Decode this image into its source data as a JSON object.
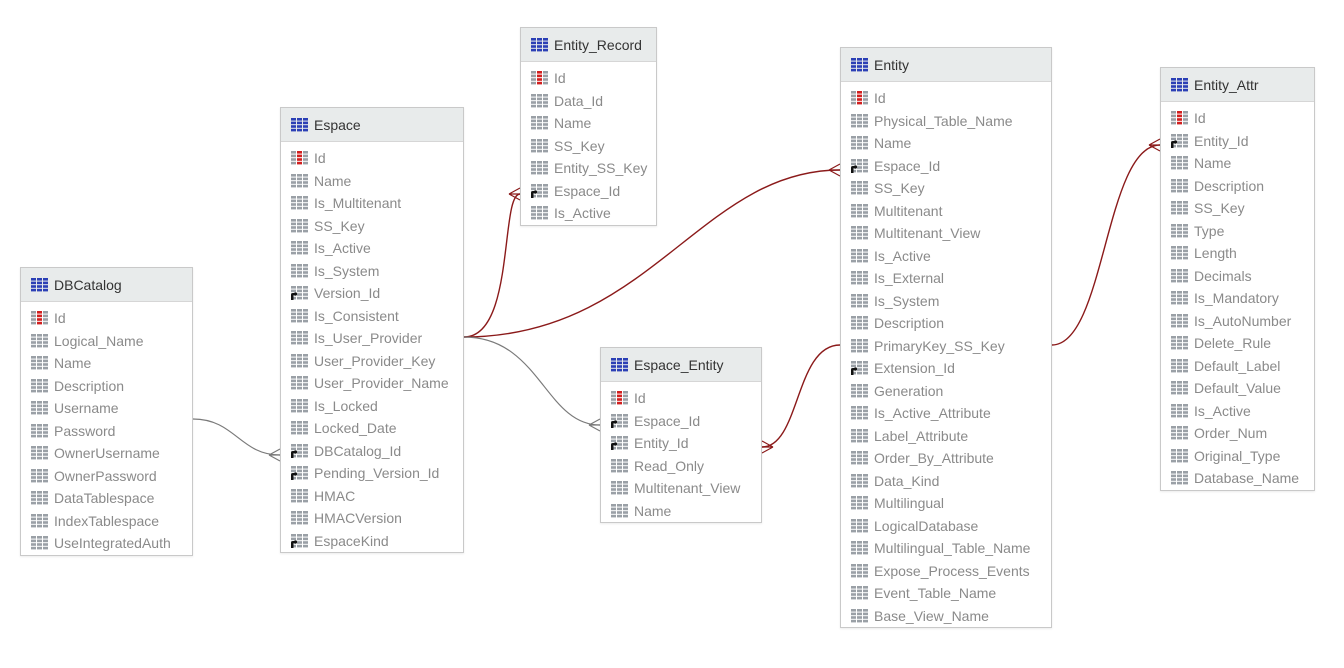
{
  "colors": {
    "relation_line": "#8b1a1a",
    "neutral_line": "#7a7a7a",
    "table_icon": "#2b3fb5",
    "pk_icon": "#d11f1f",
    "fk_marker": "#111111",
    "attr_icon": "#9aa0a6"
  },
  "entities": [
    {
      "key": "dbcatalog",
      "title": "DBCatalog",
      "attributes": [
        {
          "name": "Id",
          "kind": "pk"
        },
        {
          "name": "Logical_Name",
          "kind": "attr"
        },
        {
          "name": "Name",
          "kind": "attr"
        },
        {
          "name": "Description",
          "kind": "attr"
        },
        {
          "name": "Username",
          "kind": "attr"
        },
        {
          "name": "Password",
          "kind": "attr"
        },
        {
          "name": "OwnerUsername",
          "kind": "attr"
        },
        {
          "name": "OwnerPassword",
          "kind": "attr"
        },
        {
          "name": "DataTablespace",
          "kind": "attr"
        },
        {
          "name": "IndexTablespace",
          "kind": "attr"
        },
        {
          "name": "UseIntegratedAuth",
          "kind": "attr"
        }
      ]
    },
    {
      "key": "espace",
      "title": "Espace",
      "attributes": [
        {
          "name": "Id",
          "kind": "pk"
        },
        {
          "name": "Name",
          "kind": "attr"
        },
        {
          "name": "Is_Multitenant",
          "kind": "attr"
        },
        {
          "name": "SS_Key",
          "kind": "attr"
        },
        {
          "name": "Is_Active",
          "kind": "attr"
        },
        {
          "name": "Is_System",
          "kind": "attr"
        },
        {
          "name": "Version_Id",
          "kind": "fk"
        },
        {
          "name": "Is_Consistent",
          "kind": "attr"
        },
        {
          "name": "Is_User_Provider",
          "kind": "attr"
        },
        {
          "name": "User_Provider_Key",
          "kind": "attr"
        },
        {
          "name": "User_Provider_Name",
          "kind": "attr"
        },
        {
          "name": "Is_Locked",
          "kind": "attr"
        },
        {
          "name": "Locked_Date",
          "kind": "attr"
        },
        {
          "name": "DBCatalog_Id",
          "kind": "fk"
        },
        {
          "name": "Pending_Version_Id",
          "kind": "fk"
        },
        {
          "name": "HMAC",
          "kind": "attr"
        },
        {
          "name": "HMACVersion",
          "kind": "attr"
        },
        {
          "name": "EspaceKind",
          "kind": "fk"
        }
      ]
    },
    {
      "key": "entity_record",
      "title": "Entity_Record",
      "attributes": [
        {
          "name": "Id",
          "kind": "pk"
        },
        {
          "name": "Data_Id",
          "kind": "attr"
        },
        {
          "name": "Name",
          "kind": "attr"
        },
        {
          "name": "SS_Key",
          "kind": "attr"
        },
        {
          "name": "Entity_SS_Key",
          "kind": "attr"
        },
        {
          "name": "Espace_Id",
          "kind": "fk"
        },
        {
          "name": "Is_Active",
          "kind": "attr"
        }
      ]
    },
    {
      "key": "espace_entity",
      "title": "Espace_Entity",
      "attributes": [
        {
          "name": "Id",
          "kind": "pk"
        },
        {
          "name": "Espace_Id",
          "kind": "fk"
        },
        {
          "name": "Entity_Id",
          "kind": "fk"
        },
        {
          "name": "Read_Only",
          "kind": "attr"
        },
        {
          "name": "Multitenant_View",
          "kind": "attr"
        },
        {
          "name": "Name",
          "kind": "attr"
        }
      ]
    },
    {
      "key": "entity",
      "title": "Entity",
      "attributes": [
        {
          "name": "Id",
          "kind": "pk"
        },
        {
          "name": "Physical_Table_Name",
          "kind": "attr"
        },
        {
          "name": "Name",
          "kind": "attr"
        },
        {
          "name": "Espace_Id",
          "kind": "fk"
        },
        {
          "name": "SS_Key",
          "kind": "attr"
        },
        {
          "name": "Multitenant",
          "kind": "attr"
        },
        {
          "name": "Multitenant_View",
          "kind": "attr"
        },
        {
          "name": "Is_Active",
          "kind": "attr"
        },
        {
          "name": "Is_External",
          "kind": "attr"
        },
        {
          "name": "Is_System",
          "kind": "attr"
        },
        {
          "name": "Description",
          "kind": "attr"
        },
        {
          "name": "PrimaryKey_SS_Key",
          "kind": "attr"
        },
        {
          "name": "Extension_Id",
          "kind": "fk"
        },
        {
          "name": "Generation",
          "kind": "attr"
        },
        {
          "name": "Is_Active_Attribute",
          "kind": "attr"
        },
        {
          "name": "Label_Attribute",
          "kind": "attr"
        },
        {
          "name": "Order_By_Attribute",
          "kind": "attr"
        },
        {
          "name": "Data_Kind",
          "kind": "attr"
        },
        {
          "name": "Multilingual",
          "kind": "attr"
        },
        {
          "name": "LogicalDatabase",
          "kind": "attr"
        },
        {
          "name": "Multilingual_Table_Name",
          "kind": "attr"
        },
        {
          "name": "Expose_Process_Events",
          "kind": "attr"
        },
        {
          "name": "Event_Table_Name",
          "kind": "attr"
        },
        {
          "name": "Base_View_Name",
          "kind": "attr"
        }
      ]
    },
    {
      "key": "entity_attr",
      "title": "Entity_Attr",
      "attributes": [
        {
          "name": "Id",
          "kind": "pk"
        },
        {
          "name": "Entity_Id",
          "kind": "fk"
        },
        {
          "name": "Name",
          "kind": "attr"
        },
        {
          "name": "Description",
          "kind": "attr"
        },
        {
          "name": "SS_Key",
          "kind": "attr"
        },
        {
          "name": "Type",
          "kind": "attr"
        },
        {
          "name": "Length",
          "kind": "attr"
        },
        {
          "name": "Decimals",
          "kind": "attr"
        },
        {
          "name": "Is_Mandatory",
          "kind": "attr"
        },
        {
          "name": "Is_AutoNumber",
          "kind": "attr"
        },
        {
          "name": "Delete_Rule",
          "kind": "attr"
        },
        {
          "name": "Default_Label",
          "kind": "attr"
        },
        {
          "name": "Default_Value",
          "kind": "attr"
        },
        {
          "name": "Is_Active",
          "kind": "attr"
        },
        {
          "name": "Order_Num",
          "kind": "attr"
        },
        {
          "name": "Original_Type",
          "kind": "attr"
        },
        {
          "name": "Database_Name",
          "kind": "attr"
        }
      ]
    }
  ]
}
